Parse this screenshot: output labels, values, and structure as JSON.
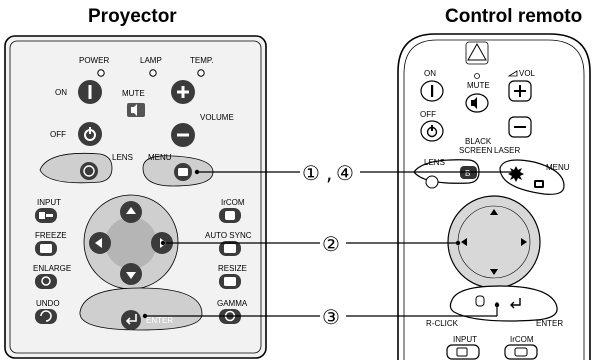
{
  "titles": {
    "projector": "Proyector",
    "remote": "Control remoto"
  },
  "projector": {
    "power_label": "POWER",
    "lamp_label": "LAMP",
    "temp_label": "TEMP.",
    "on_label": "ON",
    "off_label": "OFF",
    "mute_label": "MUTE",
    "volume_label": "VOLUME",
    "lens_label": "LENS",
    "menu_label": "MENU",
    "input_label": "INPUT",
    "ircom_label": "IrCOM",
    "freeze_label": "FREEZE",
    "autosync_label": "AUTO SYNC",
    "enlarge_label": "ENLARGE",
    "resize_label": "RESIZE",
    "undo_label": "UNDO",
    "enter_label": "ENTER",
    "gamma_label": "GAMMA"
  },
  "remote": {
    "on_label": "ON",
    "off_label": "OFF",
    "mute_label": "MUTE",
    "vol_label": "VOL",
    "black_screen_label_1": "BLACK",
    "black_screen_label_2": "SCREEN",
    "laser_label": "LASER",
    "lens_label": "LENS",
    "menu_label": "MENU",
    "b_label": "B",
    "rclick_label": "R-CLICK",
    "enter_label": "ENTER",
    "input_label": "INPUT",
    "ircom_label": "IrCOM"
  },
  "callouts": {
    "step1": "①",
    "comma": ",",
    "step4": "④",
    "step2": "②",
    "step3": "③"
  }
}
